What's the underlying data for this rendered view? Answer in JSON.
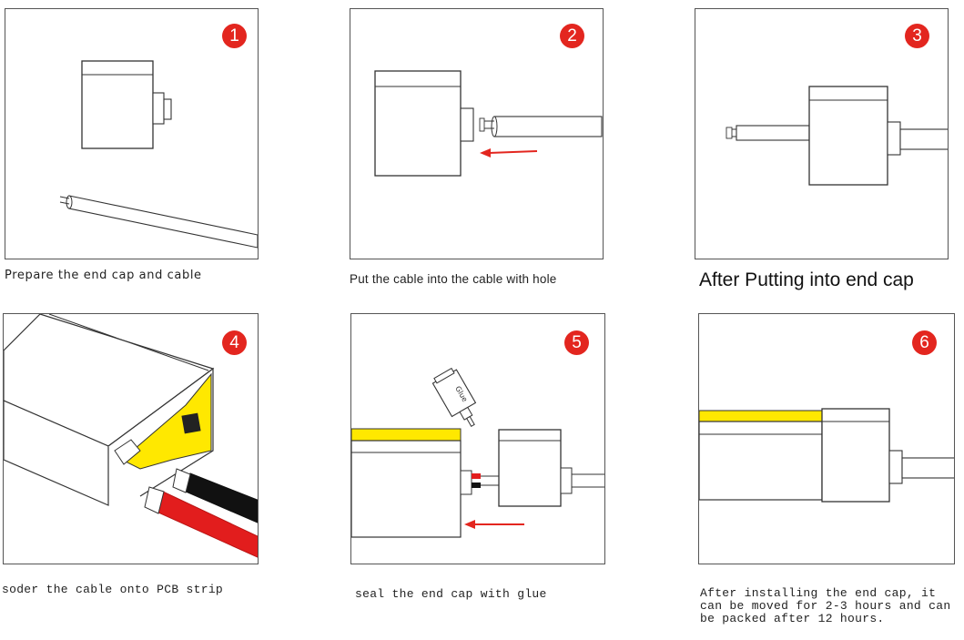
{
  "steps": [
    {
      "number": "1",
      "caption": "Prepare the end cap and cable"
    },
    {
      "number": "2",
      "caption": "Put the cable into the cable with hole"
    },
    {
      "number": "3",
      "caption": "After Putting into end cap"
    },
    {
      "number": "4",
      "caption": "soder the cable onto PCB strip"
    },
    {
      "number": "5",
      "caption": "seal the end cap with glue"
    },
    {
      "number": "6",
      "caption": "After installing the end cap, it\ncan be moved for 2-3 hours and can\nbe packed after 12 hours."
    }
  ],
  "glue_label": "Glue",
  "colors": {
    "badge": "#e3261f",
    "arrow": "#e3261f",
    "led": "#ffe800",
    "wire_red": "#e21d1d",
    "wire_black": "#111111"
  }
}
